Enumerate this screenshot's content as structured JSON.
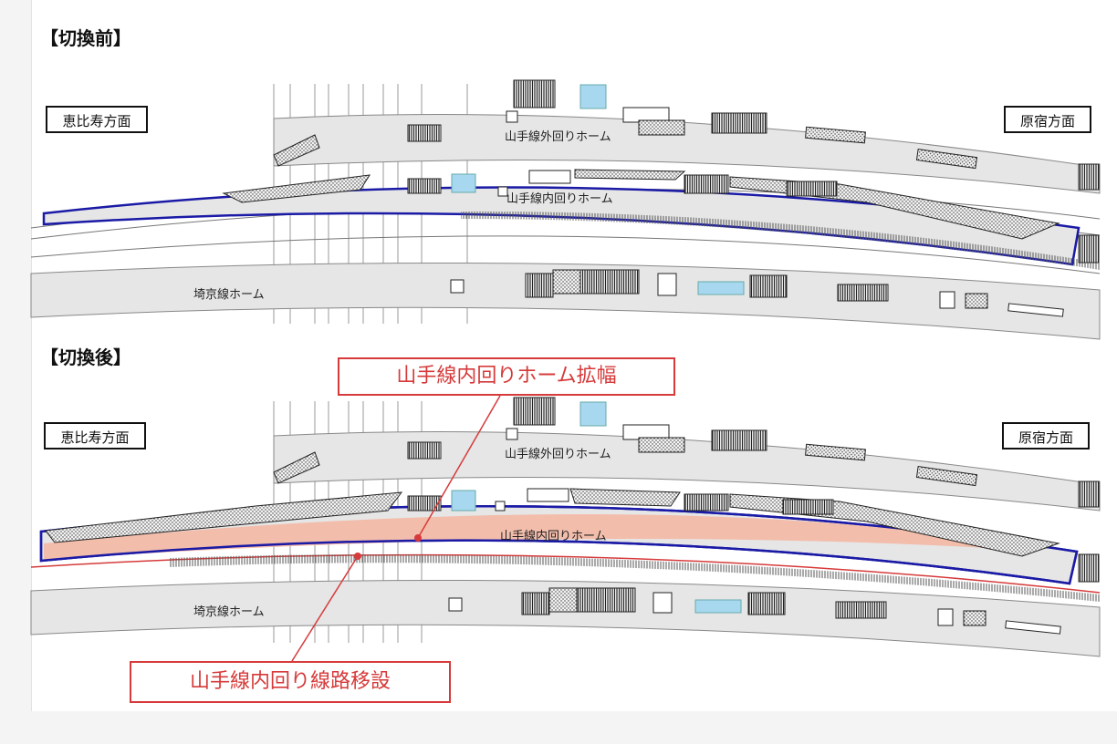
{
  "before": {
    "title": "【切換前】",
    "dir_left": "恵比寿方面",
    "dir_right": "原宿方面",
    "outer_platform": "山手線外回りホーム",
    "inner_platform": "山手線内回りホーム",
    "saikyo_platform": "埼京線ホーム"
  },
  "after": {
    "title": "【切換後】",
    "dir_left": "恵比寿方面",
    "dir_right": "原宿方面",
    "outer_platform": "山手線外回りホーム",
    "inner_platform": "山手線内回りホーム",
    "saikyo_platform": "埼京線ホーム"
  },
  "callouts": {
    "widen": "山手線内回りホーム拡幅",
    "relocate": "山手線内回り線路移設"
  },
  "colors": {
    "platform_fill": "#e6e6e6",
    "outline_blue": "#1a1aa6",
    "widened_fill": "#f4b8a4",
    "callout_red": "#d63a3a"
  }
}
